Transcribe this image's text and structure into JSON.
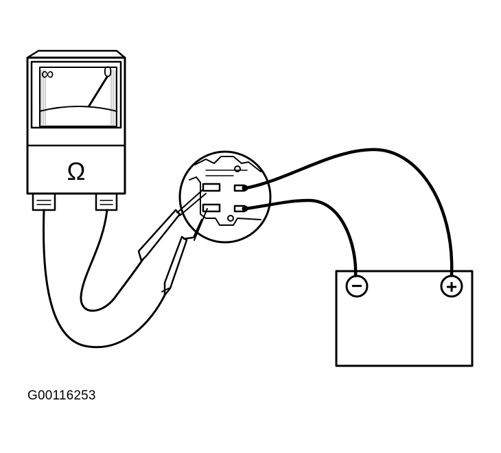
{
  "figure_id": "G00116253",
  "ohmmeter": {
    "scale_infinity": "∞",
    "scale_zero": "0",
    "unit_symbol": "Ω"
  },
  "battery": {
    "negative_symbol": "−",
    "positive_symbol": "+"
  }
}
